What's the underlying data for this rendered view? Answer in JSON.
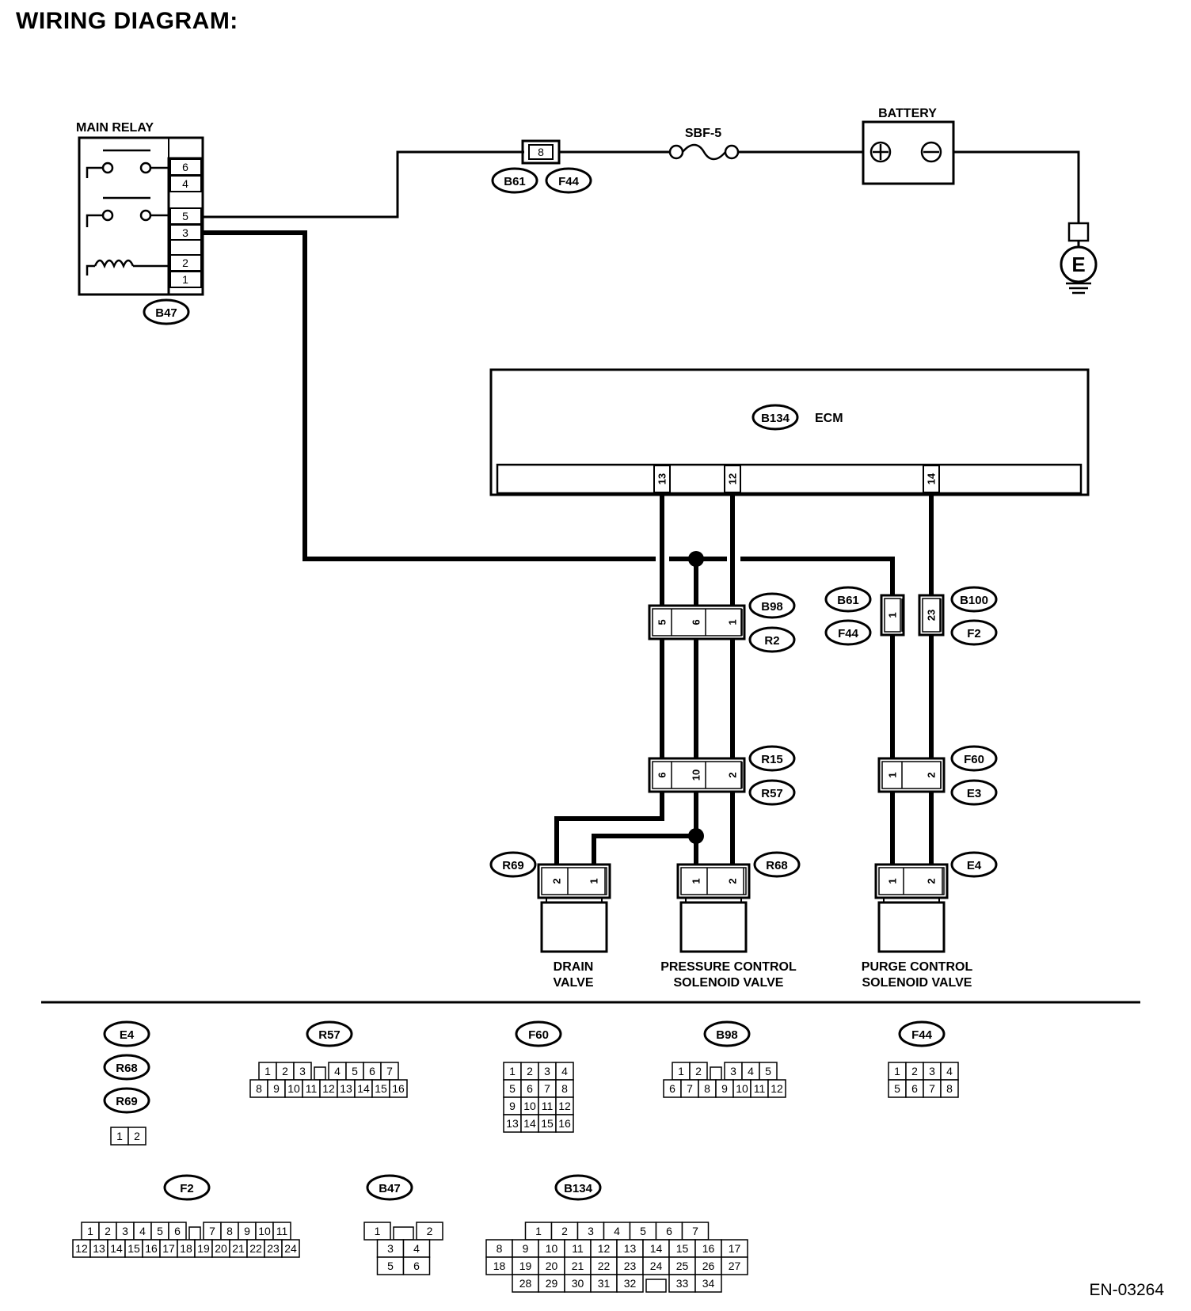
{
  "header": {
    "title": "WIRING DIAGRAM:"
  },
  "figure_id": "EN-03264",
  "components": {
    "main_relay": {
      "label": "MAIN RELAY",
      "connector": "B47",
      "pins": [
        "6",
        "4",
        "5",
        "3",
        "",
        "2",
        "1"
      ]
    },
    "fuse": {
      "number": "8",
      "connectors": [
        "B61",
        "F44"
      ]
    },
    "fusible_link": {
      "label": "SBF-5"
    },
    "battery": {
      "label": "BATTERY"
    },
    "ground": {
      "label": "E"
    },
    "ecm": {
      "label": "ECM",
      "connector": "B134",
      "pins": [
        "13",
        "12",
        "14"
      ]
    },
    "drain_valve": {
      "label_lines": [
        "DRAIN",
        "VALVE"
      ],
      "connector": "R69",
      "pins": [
        "2",
        "1"
      ]
    },
    "pressure_valve": {
      "label_lines": [
        "PRESSURE CONTROL",
        "SOLENOID VALVE"
      ],
      "connector": "R68",
      "pins": [
        "1",
        "2"
      ]
    },
    "purge_valve": {
      "label_lines": [
        "PURGE CONTROL",
        "SOLENOID VALVE"
      ],
      "connector": "E4",
      "pins": [
        "1",
        "2"
      ]
    }
  },
  "junctions": [
    {
      "pins": [
        "5",
        "6",
        "1"
      ],
      "tags": [
        "B98",
        "R2"
      ]
    },
    {
      "pins": [
        "6",
        "10",
        "2"
      ],
      "tags": [
        "R15",
        "R57"
      ]
    },
    {
      "pins": [
        "1"
      ],
      "tags": [
        "B61",
        "F44"
      ]
    },
    {
      "pins": [
        "23"
      ],
      "tags": [
        "B100",
        "F2"
      ]
    },
    {
      "pins": [
        "1",
        "2"
      ],
      "tags": [
        "F60",
        "E3"
      ]
    }
  ],
  "legend": [
    {
      "tags": [
        "E4",
        "R68",
        "R69"
      ],
      "rows": [
        [
          "1",
          "2"
        ]
      ]
    },
    {
      "tags": [
        "R57"
      ],
      "rows": [
        [
          "1",
          "2",
          "3",
          "",
          "4",
          "5",
          "6",
          "7"
        ],
        [
          "8",
          "9",
          "10",
          "11",
          "12",
          "13",
          "14",
          "15",
          "16"
        ]
      ]
    },
    {
      "tags": [
        "F60"
      ],
      "rows": [
        [
          "1",
          "2",
          "3",
          "4"
        ],
        [
          "5",
          "6",
          "7",
          "8"
        ],
        [
          "9",
          "10",
          "11",
          "12"
        ],
        [
          "13",
          "14",
          "15",
          "16"
        ]
      ]
    },
    {
      "tags": [
        "B98"
      ],
      "rows": [
        [
          "1",
          "2",
          "",
          "3",
          "4",
          "5"
        ],
        [
          "6",
          "7",
          "8",
          "9",
          "10",
          "11",
          "12"
        ]
      ]
    },
    {
      "tags": [
        "F44"
      ],
      "rows": [
        [
          "1",
          "2",
          "3",
          "4"
        ],
        [
          "5",
          "6",
          "7",
          "8"
        ]
      ]
    },
    {
      "tags": [
        "F2"
      ],
      "rows": [
        [
          "1",
          "2",
          "3",
          "4",
          "5",
          "6",
          "",
          "7",
          "8",
          "9",
          "10",
          "11"
        ],
        [
          "12",
          "13",
          "14",
          "15",
          "16",
          "17",
          "18",
          "19",
          "20",
          "21",
          "22",
          "23",
          "24"
        ]
      ]
    },
    {
      "tags": [
        "B47"
      ],
      "rows": [
        [
          "1",
          "",
          "2"
        ],
        [
          "3",
          "4"
        ],
        [
          "5",
          "6"
        ]
      ]
    },
    {
      "tags": [
        "B134"
      ],
      "rows": [
        [
          "1",
          "2",
          "3",
          "4",
          "5",
          "6",
          "7"
        ],
        [
          "8",
          "9",
          "10",
          "11",
          "12",
          "13",
          "14",
          "15",
          "16",
          "17"
        ],
        [
          "18",
          "19",
          "20",
          "21",
          "22",
          "23",
          "24",
          "25",
          "26",
          "27"
        ],
        [
          "28",
          "29",
          "30",
          "31",
          "32",
          "",
          "33",
          "34"
        ]
      ]
    }
  ]
}
